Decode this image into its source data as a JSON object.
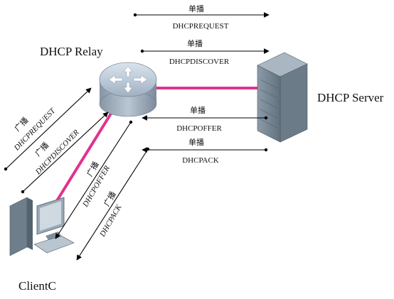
{
  "nodes": {
    "relay": {
      "label": "DHCP Relay"
    },
    "server": {
      "label": "DHCP Server"
    },
    "client": {
      "label": "ClientC"
    }
  },
  "messages": {
    "relay_server": [
      {
        "mode": "单播",
        "name": "DHCPREQUEST"
      },
      {
        "mode": "单播",
        "name": "DHCPDISCOVER"
      },
      {
        "mode": "单播",
        "name": "DHCPOFFER"
      },
      {
        "mode": "单播",
        "name": "DHCPACK"
      }
    ],
    "client_relay": [
      {
        "mode": "广播",
        "name": "DHCPREQUEST"
      },
      {
        "mode": "广播",
        "name": "DHCPDISCOVER"
      },
      {
        "mode": "广播",
        "name": "DHCPOFFER"
      },
      {
        "mode": "广播",
        "name": "DHCPACK"
      }
    ]
  },
  "colors": {
    "link": "#e0338f",
    "router": "#a9b6c4",
    "server": "#7d8d9a"
  }
}
